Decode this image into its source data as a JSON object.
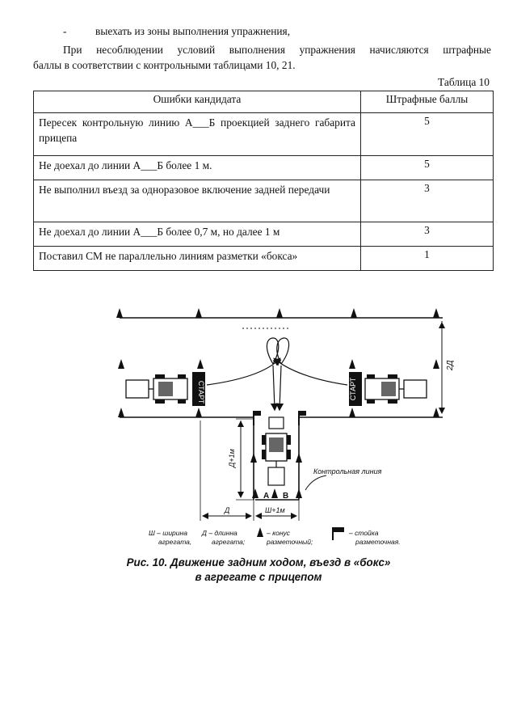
{
  "text": {
    "bullet_dash": "-",
    "bullet_text": "выехать из зоны выполнения упражнения,",
    "para_line1": "При несоблюдении условий выполнения упражнения начисляются штрафные",
    "para_line2": "баллы в соответствии с контрольными таблицами 10, 21."
  },
  "table": {
    "caption": "Таблица 10",
    "headers": [
      "Ошибки кандидата",
      "Штрафные баллы"
    ],
    "rows": [
      {
        "error": "Пересек контрольную линию А___Б проекцией заднего габарита прицепа",
        "points": "5"
      },
      {
        "error": "Не доехал до линии А___Б более 1 м.",
        "points": "5"
      },
      {
        "error": "Не выполнил въезд за одноразовое включение задней передачи",
        "points": "3"
      },
      {
        "error": "Не доехал до линии А___Б более 0,7 м, но далее 1 м",
        "points": "3"
      },
      {
        "error": "Поставил СМ не параллельно линиям разметки «бокса»",
        "points": "1"
      }
    ]
  },
  "figure": {
    "start_label": "СТАРТ",
    "label_2d": "2Д",
    "label_d1m": "Д+1м",
    "label_d": "Д",
    "label_w1m": "Ш+1м",
    "label_control_line": "Контрольная линия",
    "label_a": "А",
    "label_b": "В",
    "legend_w": "Ш – ширина",
    "legend_w2": "агрегата,",
    "legend_d": "Д – длинна",
    "legend_d2": "агрегата;",
    "legend_cone": "– конус",
    "legend_cone2": "разметочный;",
    "legend_post": "– стойка",
    "legend_post2": "разметочная.",
    "caption_line1": "Рис. 10.  Движение задним ходом, въезд в «бокс»",
    "caption_line2": "в агрегате с прицепом"
  }
}
